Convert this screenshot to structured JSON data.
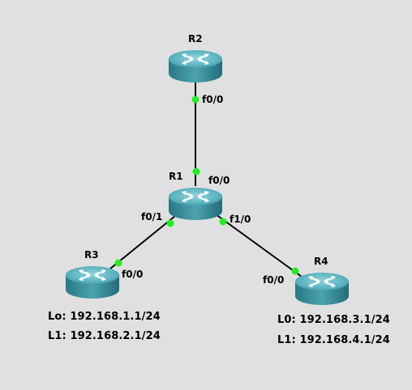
{
  "routers": {
    "r1": {
      "name": "R1"
    },
    "r2": {
      "name": "R2"
    },
    "r3": {
      "name": "R3"
    },
    "r4": {
      "name": "R4"
    }
  },
  "interfaces": {
    "r2_f00": "f0/0",
    "r1_f00": "f0/0",
    "r1_f01": "f0/1",
    "r1_f10": "f1/0",
    "r3_f00": "f0/0",
    "r4_f00": "f0/0"
  },
  "addresses": {
    "r3_lo": "Lo: 192.168.1.1/24",
    "r3_l1": "L1: 192.168.2.1/24",
    "r4_l0": "L0: 192.168.3.1/24",
    "r4_l1": "L1: 192.168.4.1/24"
  },
  "colors": {
    "background": "#e0e0e0",
    "router_top": "#63b9c4",
    "router_side": "#2c7f8c",
    "link": "#000000",
    "port_up": "#22ee22"
  }
}
